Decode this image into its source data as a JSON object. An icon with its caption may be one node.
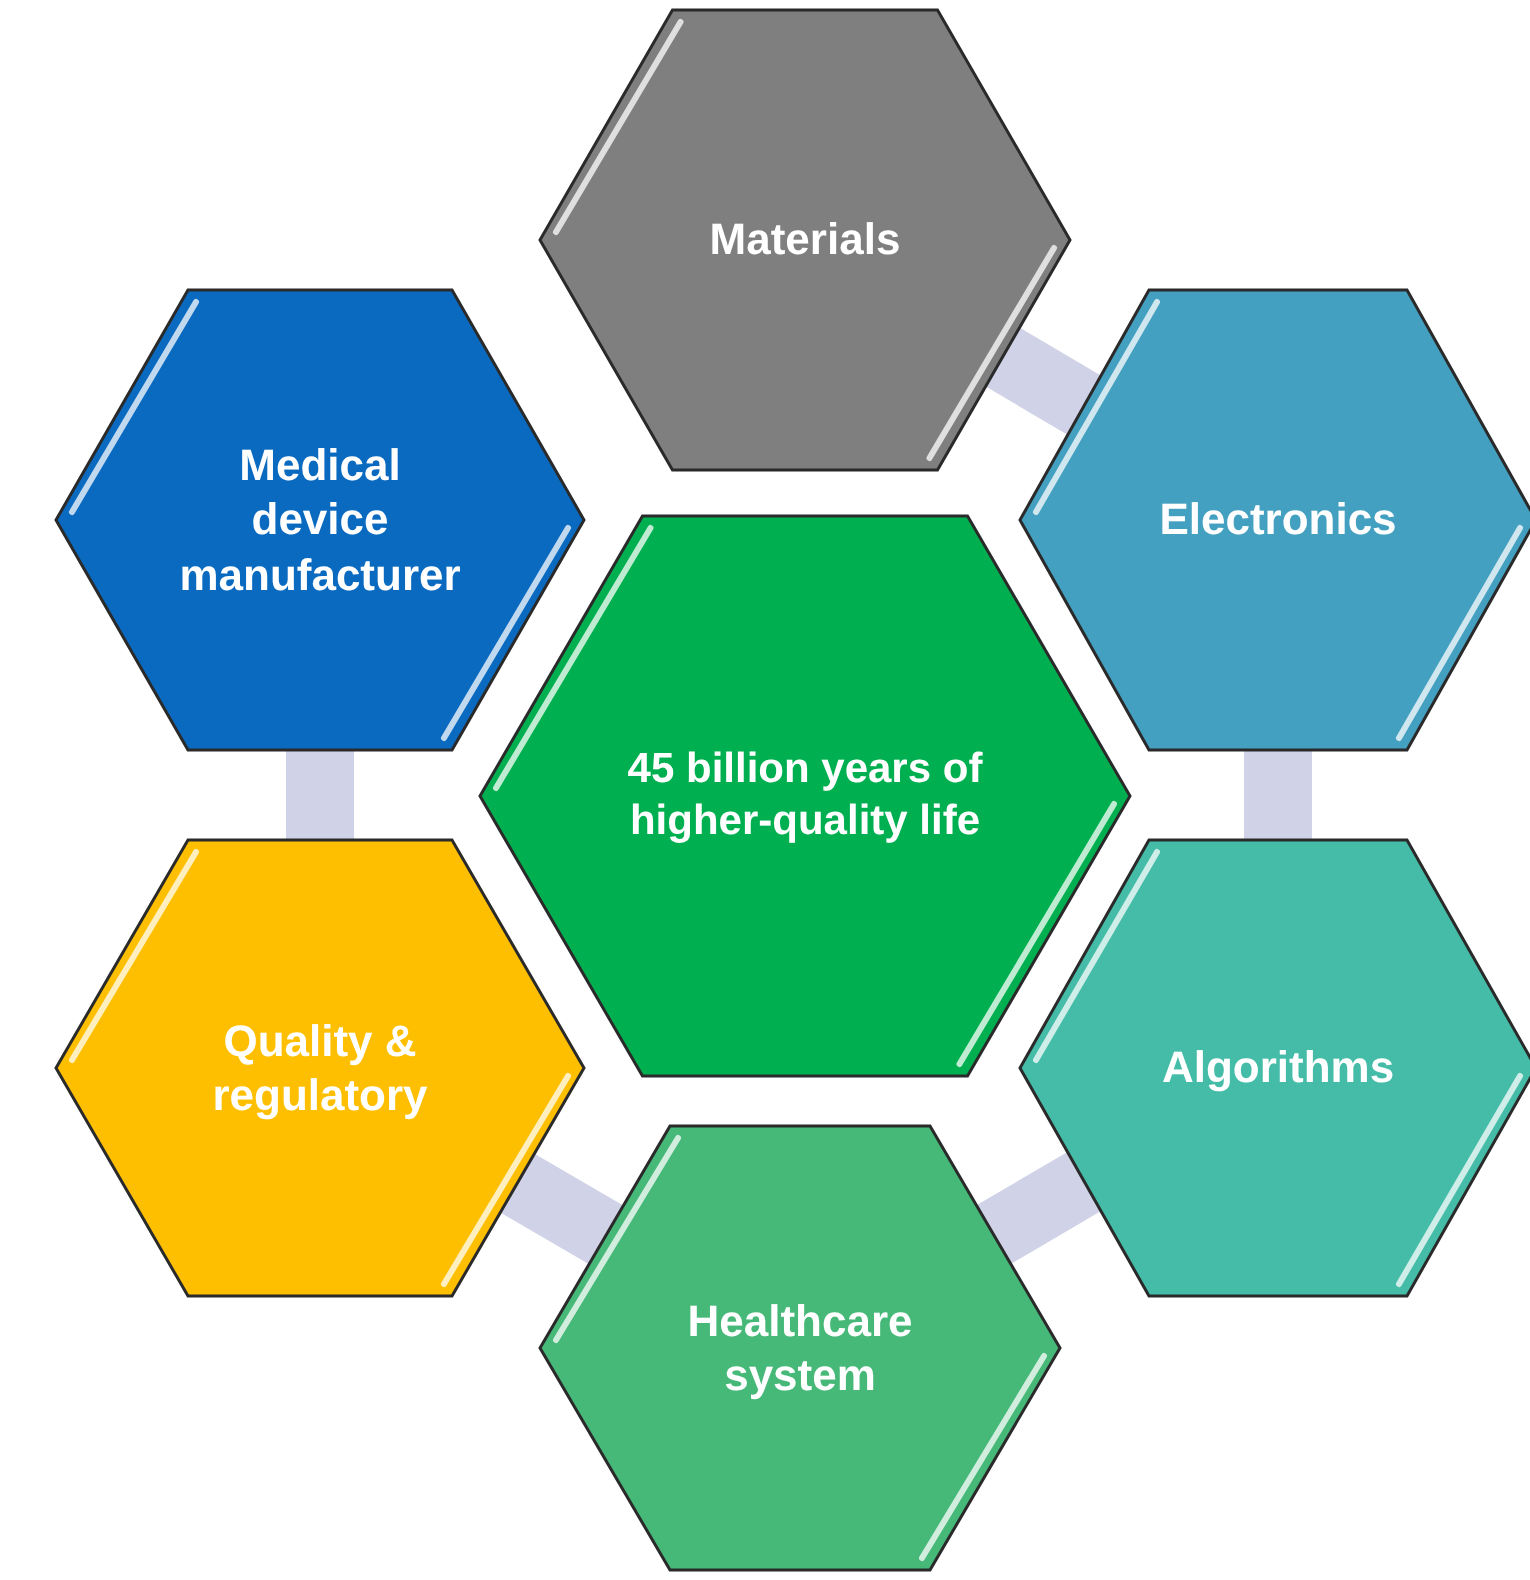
{
  "diagram": {
    "nodes": [
      {
        "text": [
          "Materials"
        ]
      },
      {
        "text": [
          "Medical device manufacturer"
        ]
      },
      {
        "text": [
          "Electronics"
        ]
      },
      {
        "text": [
          "45 billion years of higher-quality life"
        ]
      },
      {
        "text": [
          "Quality & regulatory"
        ]
      },
      {
        "text": [
          "Algorithms"
        ]
      },
      {
        "text": [
          "Healthcare system"
        ]
      }
    ],
    "edges": [
      {
        "from": 0,
        "to": 2,
        "arrow": "none"
      },
      {
        "from": 2,
        "to": 5,
        "arrow": "none"
      },
      {
        "from": 5,
        "to": 6,
        "arrow": "none"
      },
      {
        "from": 6,
        "to": 4,
        "arrow": "none"
      },
      {
        "from": 4,
        "to": 1,
        "arrow": "none"
      }
    ]
  }
}
